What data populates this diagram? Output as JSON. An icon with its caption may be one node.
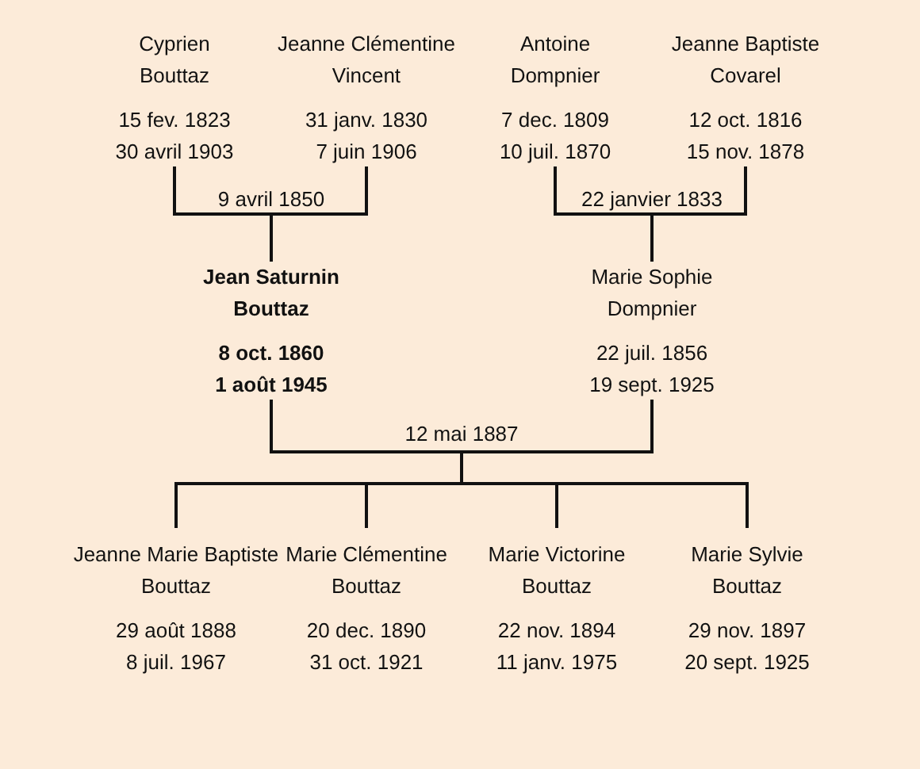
{
  "diagram": {
    "nodes": [
      {
        "text": [
          "Cyprien Bouttaz",
          "15 fev. 1823",
          "30 avril 1903"
        ]
      },
      {
        "text": [
          "Jeanne Clémentine Vincent",
          "31 janv. 1830",
          "7 juin 1906"
        ]
      },
      {
        "text": [
          "Antoine Dompnier",
          "7 dec. 1809",
          "10 juil. 1870"
        ]
      },
      {
        "text": [
          "Jeanne Baptiste Covarel",
          "12 oct. 1816",
          "15 nov. 1878"
        ]
      },
      {
        "text": [
          "Jean Saturnin Bouttaz",
          "8 oct. 1860",
          "1 août 1945"
        ]
      },
      {
        "text": [
          "Marie Sophie Dompnier",
          "22 juil. 1856",
          "19 sept. 1925"
        ]
      },
      {
        "text": [
          "Jeanne Marie Baptiste Bouttaz",
          "29 août 1888",
          "8 juil. 1967"
        ]
      },
      {
        "text": [
          "Marie Clémentine Bouttaz",
          "20 dec. 1890",
          "31 oct. 1921"
        ]
      },
      {
        "text": [
          "Marie Victorine Bouttaz",
          "22 nov. 1894",
          "11 janv. 1975"
        ]
      },
      {
        "text": [
          "Marie Sylvie Bouttaz",
          "29 nov. 1897",
          "20 sept. 1925"
        ]
      }
    ],
    "edges": [
      {
        "from": 0,
        "to": 4,
        "arrow": "none",
        "label": "9 avril 1850"
      },
      {
        "from": 1,
        "to": 4,
        "arrow": "none"
      },
      {
        "from": 2,
        "to": 5,
        "arrow": "none",
        "label": "22 janvier 1833"
      },
      {
        "from": 3,
        "to": 5,
        "arrow": "none"
      },
      {
        "from": 4,
        "to": 6,
        "arrow": "none",
        "label": "12 mai 1887"
      },
      {
        "from": 4,
        "to": 7,
        "arrow": "none"
      },
      {
        "from": 4,
        "to": 8,
        "arrow": "none"
      },
      {
        "from": 4,
        "to": 9,
        "arrow": "none"
      },
      {
        "from": 5,
        "to": 6,
        "arrow": "none"
      },
      {
        "from": 5,
        "to": 7,
        "arrow": "none"
      },
      {
        "from": 5,
        "to": 8,
        "arrow": "none"
      },
      {
        "from": 5,
        "to": 9,
        "arrow": "none"
      }
    ]
  }
}
